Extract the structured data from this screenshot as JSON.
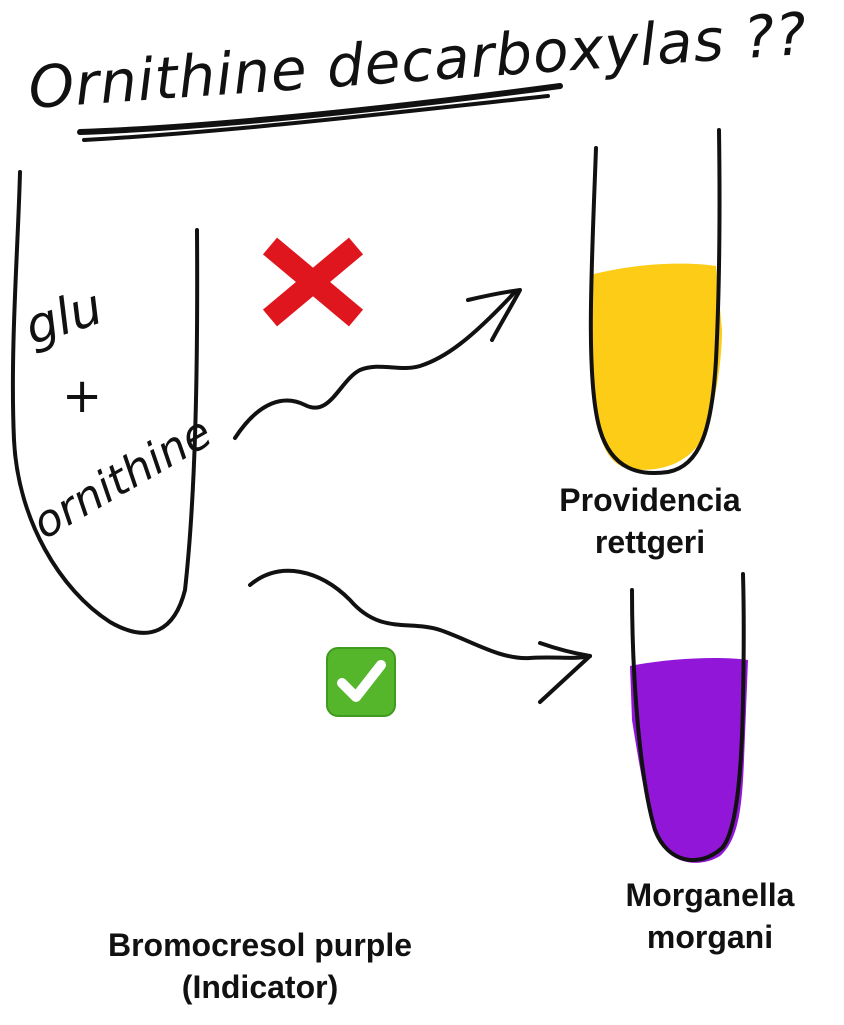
{
  "title": "Ornithine decarboxylas ??",
  "tube_left": {
    "line1": "glu",
    "line2": "+",
    "line3": "ornithine"
  },
  "results": [
    {
      "name_line1": "Providencia",
      "name_line2": "rettgeri",
      "color": "#fcc90a",
      "mark": "cross-icon",
      "mark_color": "#e0161e"
    },
    {
      "name_line1": "Morganella",
      "name_line2": "morgani",
      "color": "#8c0ad6",
      "mark": "check-icon",
      "mark_color": "#55b52b"
    }
  ],
  "indicator": {
    "line1": "Bromocresol purple",
    "line2": "(Indicator)"
  }
}
